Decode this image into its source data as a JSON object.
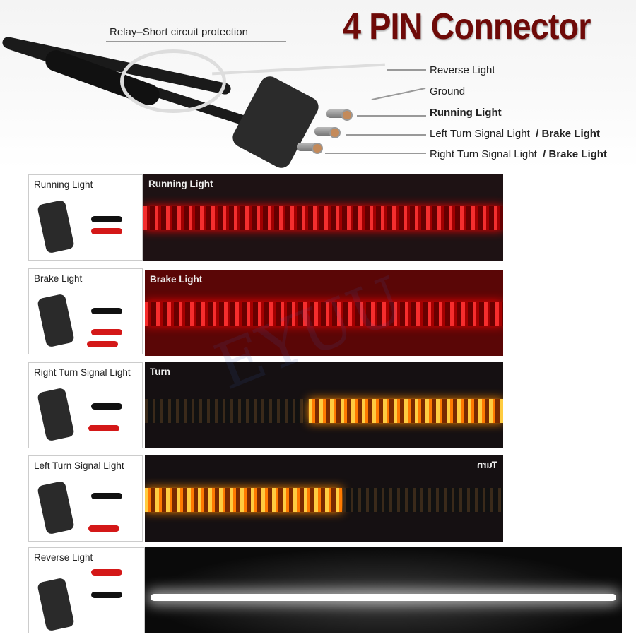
{
  "header": {
    "title": "4 PIN Connector",
    "relay_label": "Relay–Short circuit protection"
  },
  "pins": [
    {
      "label": "Reverse Light",
      "suffix": ""
    },
    {
      "label": "Ground",
      "suffix": ""
    },
    {
      "label": "Running Light",
      "suffix": ""
    },
    {
      "label": "Left Turn Signal Light",
      "suffix": "/ Brake Light"
    },
    {
      "label": "Right Turn Signal Light",
      "suffix": "/ Brake Light"
    }
  ],
  "panels": [
    {
      "label": "Running Light",
      "photo_label": "Running Light"
    },
    {
      "label": "Brake Light",
      "photo_label": "Brake Light"
    },
    {
      "label": "Right Turn Signal Light",
      "photo_label": "Turn"
    },
    {
      "label": "Left Turn Signal Light",
      "photo_label": "Turn"
    },
    {
      "label": "Reverse Light",
      "photo_label": ""
    }
  ],
  "watermark": "EYUU",
  "colors": {
    "title": "#6e0a08",
    "red_led": "#ff3030",
    "amber_led": "#ff9a00",
    "white_led": "#ffffff"
  }
}
